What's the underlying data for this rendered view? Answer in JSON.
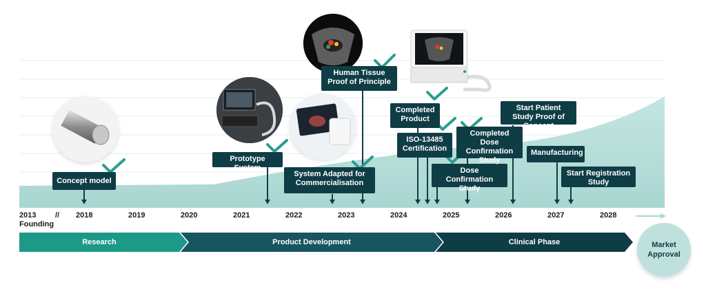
{
  "years": {
    "y2013": "2013",
    "founding": "Founding",
    "skip": "//",
    "y2018": "2018",
    "y2019": "2019",
    "y2020": "2020",
    "y2021": "2021",
    "y2022": "2022",
    "y2023": "2023",
    "y2024": "2024",
    "y2025": "2025",
    "y2026": "2026",
    "y2027": "2027",
    "y2028": "2028"
  },
  "milestones": {
    "concept_model": "Concept model",
    "prototype_system": "Prototype System",
    "system_adapted": "System Adapted for Commercialisation",
    "human_tissue": "Human Tissue Proof of Principle",
    "completed_product": "Completed Product",
    "iso": "ISO-13485 Certification",
    "dose_confirmation": "Dose Confirmation Study",
    "completed_dose": "Completed Dose Confirmation Study",
    "start_patient": "Start Patient Study Proof of Concept",
    "manufacturing": "Manufacturing",
    "start_registration": "Start Registration Study"
  },
  "phases": {
    "research": "Research",
    "product_development": "Product Development",
    "clinical": "Clinical Phase"
  },
  "market_approval": "Market Approval",
  "colors": {
    "dark_teal": "#0f3d45",
    "accent_green": "#2a9d8f",
    "area_fill": "#bfe1dd",
    "phase_research": "#1c9a87",
    "phase_product": "#175560",
    "phase_clinical": "#0f3d45"
  }
}
